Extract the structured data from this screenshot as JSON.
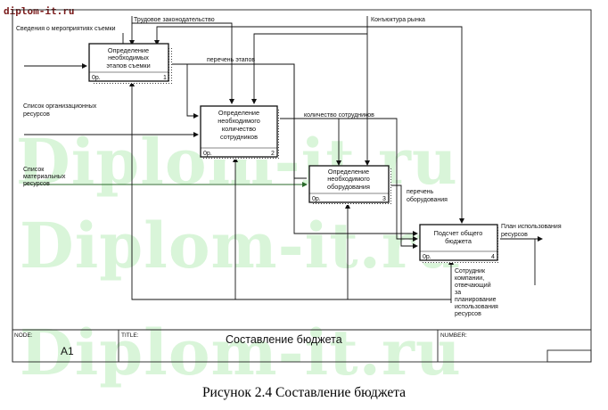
{
  "watermark": {
    "top": "diplom-it.ru",
    "big": "Diplom-it.ru"
  },
  "controls": [
    "Трудовое законодательство",
    "Конъюктура рынка"
  ],
  "inputs": {
    "filming_events": "Сведения о мероприятиях съемки",
    "org_resources": [
      "Список организационных",
      "ресурсов"
    ],
    "material_resources": [
      "Список",
      "материальных",
      "ресурсов"
    ]
  },
  "arrows": {
    "stages_list": "перечень этапов",
    "staff_count": "количество сотрудников",
    "equipment_list": [
      "перечень",
      "оборудования"
    ],
    "output": [
      "План использования",
      "ресурсов"
    ],
    "mechanism": [
      "Сотрудник",
      "компании,",
      "отвечающий",
      "за",
      "планирование",
      "использования",
      "ресурсов"
    ]
  },
  "boxes": [
    {
      "lines": [
        "Определение",
        "необходимых",
        "этапов съемки"
      ],
      "cost": "0р.",
      "num": "1"
    },
    {
      "lines": [
        "Определение",
        "необходимого",
        "количество",
        "сотрудников"
      ],
      "cost": "0р.",
      "num": "2"
    },
    {
      "lines": [
        "Определение",
        "необходимого",
        "оборудования"
      ],
      "cost": "0р.",
      "num": "3"
    },
    {
      "lines": [
        "Подсчет общего",
        "бюджета"
      ],
      "cost": "0р.",
      "num": "4"
    }
  ],
  "frame": {
    "node_label": "NODE:",
    "node_value": "A1",
    "title_label": "TITLE:",
    "title_value": "Составление  бюджета",
    "number_label": "NUMBER:"
  },
  "caption": "Рисунок 2.4 Составление бюджета"
}
